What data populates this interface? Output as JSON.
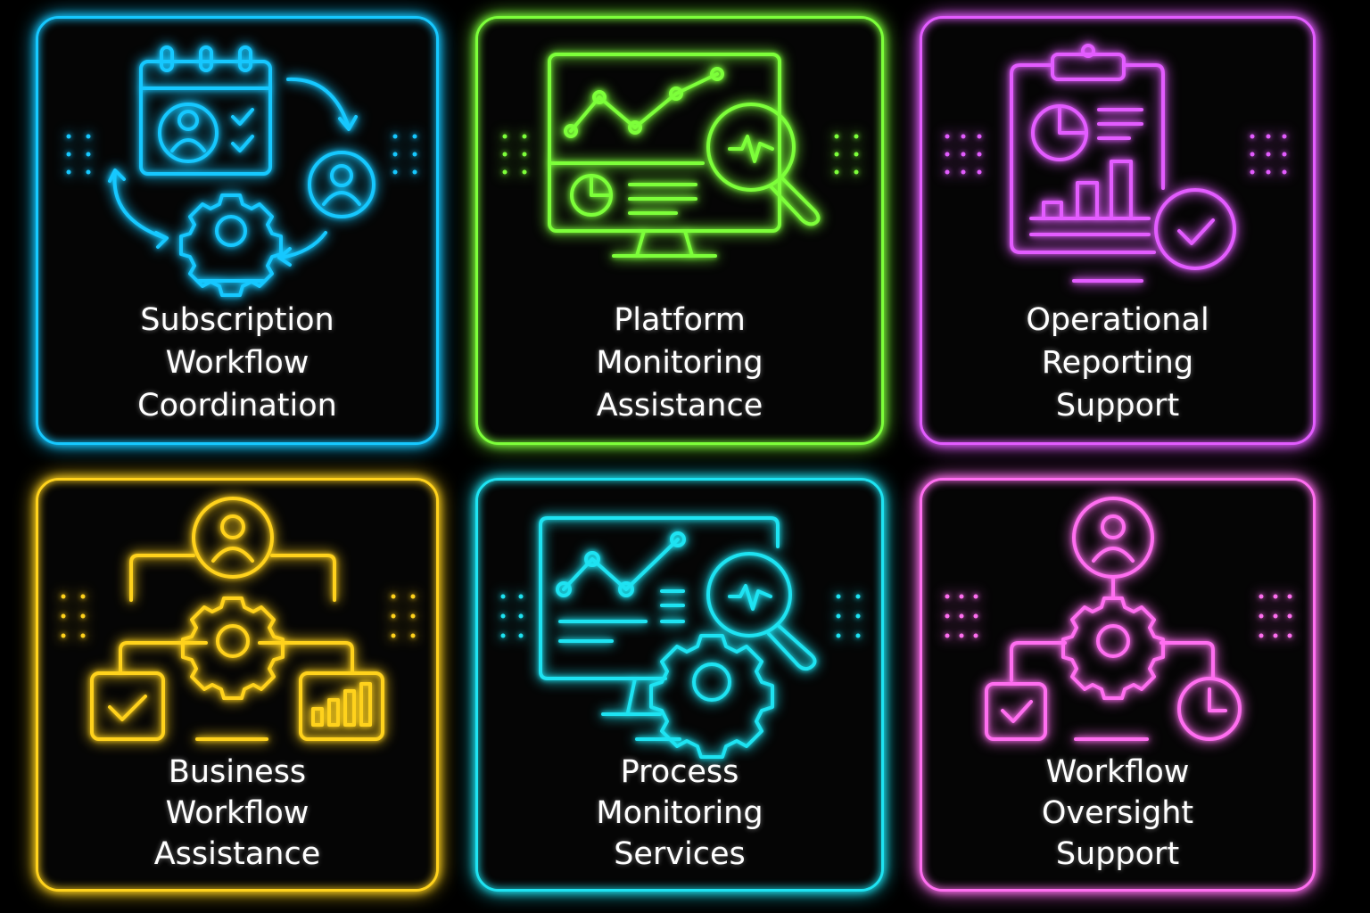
{
  "colors": {
    "background": "#000000",
    "cyan": "#16c8ff",
    "green": "#7dff3a",
    "magenta": "#e35cff",
    "yellow": "#ffd21c",
    "teal": "#1ee3f2",
    "pink": "#ff6ef0"
  },
  "cards": [
    {
      "label_lines": [
        "Subscription",
        "Workflow",
        "Coordination"
      ],
      "icon": "calendar-user-gear-cycle-icon",
      "color": "#16c8ff"
    },
    {
      "label_lines": [
        "Platform",
        "Monitoring",
        "Assistance"
      ],
      "icon": "monitor-chart-magnifier-icon",
      "color": "#7dff3a"
    },
    {
      "label_lines": [
        "Operational",
        "Reporting",
        "Support"
      ],
      "icon": "clipboard-report-check-icon",
      "color": "#e35cff"
    },
    {
      "label_lines": [
        "Business",
        "Workflow",
        "Assistance"
      ],
      "icon": "user-gear-flowchart-icon",
      "color": "#ffd21c"
    },
    {
      "label_lines": [
        "Process",
        "Monitoring",
        "Services"
      ],
      "icon": "monitor-chart-gear-magnifier-icon",
      "color": "#1ee3f2"
    },
    {
      "label_lines": [
        "Workflow",
        "Oversight",
        "Support"
      ],
      "icon": "user-gear-check-clock-icon",
      "color": "#ff6ef0"
    }
  ]
}
